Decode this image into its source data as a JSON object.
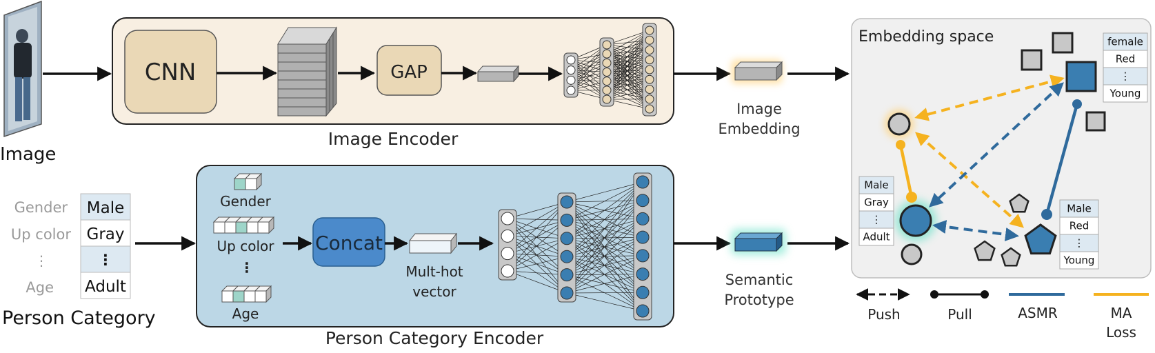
{
  "image": {
    "label": "Image"
  },
  "image_encoder": {
    "title": "Image Encoder",
    "cnn": "CNN",
    "gap": "GAP"
  },
  "image_embedding": {
    "line1": "Image",
    "line2": "Embedding"
  },
  "person_category": {
    "title": "Person Category",
    "rows": [
      {
        "key": "Gender",
        "value": "Male"
      },
      {
        "key": "Up color",
        "value": "Gray"
      },
      {
        "key": "⋮",
        "value": "⋮"
      },
      {
        "key": "Age",
        "value": "Adult"
      }
    ]
  },
  "person_category_encoder": {
    "title": "Person Category Encoder",
    "gender": "Gender",
    "up_color": "Up color",
    "dots": "⋮",
    "age": "Age",
    "concat": "Concat",
    "multihot_line1": "Mult-hot",
    "multihot_line2": "vector"
  },
  "semantic_prototype": {
    "line1": "Semantic",
    "line2": "Prototype"
  },
  "embedding_space": {
    "title": "Embedding space",
    "card_top": [
      "female",
      "Red",
      "⋮",
      "Young"
    ],
    "card_left": [
      "Male",
      "Gray",
      "⋮",
      "Adult"
    ],
    "card_bottom": [
      "Male",
      "Red",
      "⋮",
      "Young"
    ]
  },
  "legend": {
    "push": "Push",
    "pull": "Pull",
    "asmr": "ASMR",
    "ma_line1": "MA",
    "ma_line2": "Loss"
  },
  "colors": {
    "encoder_bg": "#f8efe2",
    "category_bg": "#bcd7e6",
    "space_bg": "#f0f0f0",
    "tan": "#ead8b6",
    "blue": "#3a7eb1",
    "orange": "#f5b21f",
    "gray": "#c8c8c8",
    "teal": "#9ed5c9"
  }
}
